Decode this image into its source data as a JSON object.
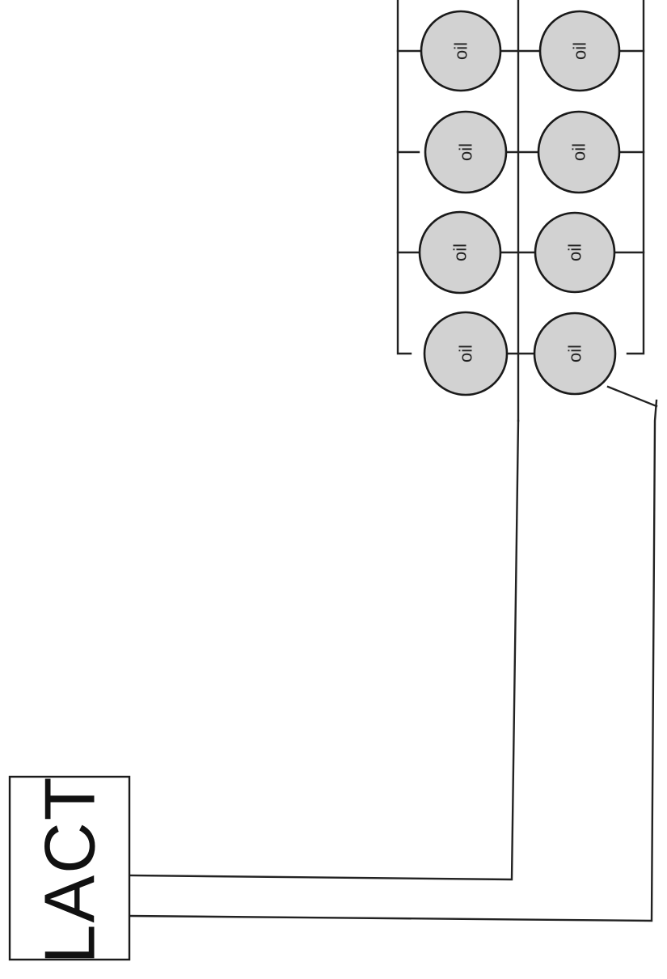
{
  "diagram": {
    "tank_label": "oil",
    "tank_rows": 4,
    "tank_columns": 2,
    "unit_label": "LACT",
    "colors": {
      "tank_fill": "#d2d2d2",
      "line": "#222222",
      "background": "#ffffff"
    }
  }
}
